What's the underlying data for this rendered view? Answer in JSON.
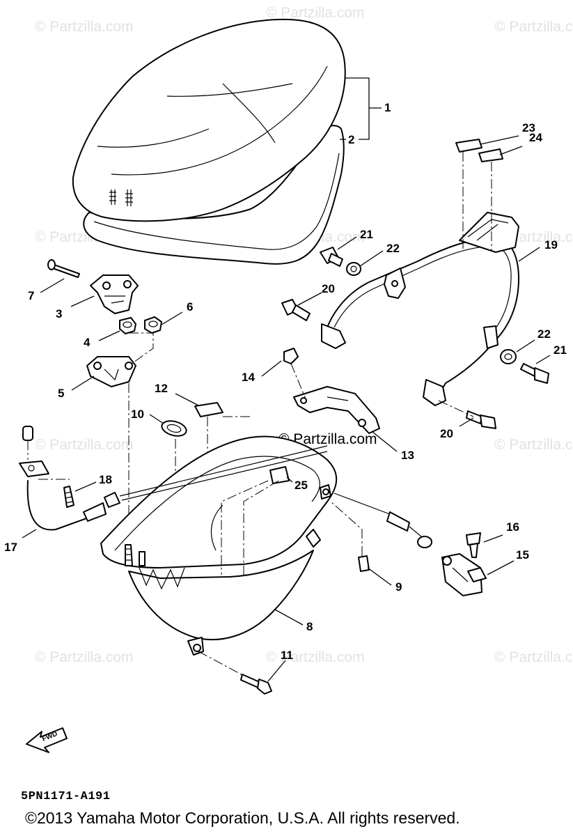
{
  "watermark": "© Partzilla.com",
  "center_watermark": "© Partzilla.com",
  "diagram_code": "5PN1171-A191",
  "copyright": "©2013  Yamaha Motor Corporation, U.S.A. All rights reserved.",
  "fwd_label": "FWD",
  "callouts": {
    "p1": "1",
    "p2": "2",
    "p3": "3",
    "p4": "4",
    "p5": "5",
    "p6": "6",
    "p7": "7",
    "p8": "8",
    "p9": "9",
    "p10": "10",
    "p11": "11",
    "p12": "12",
    "p13": "13",
    "p14": "14",
    "p15": "15",
    "p16": "16",
    "p17": "17",
    "p18": "18",
    "p19": "19",
    "p20a": "20",
    "p20b": "20",
    "p21a": "21",
    "p21b": "21",
    "p22a": "22",
    "p22b": "22",
    "p23": "23",
    "p24": "24",
    "p25": "25"
  }
}
